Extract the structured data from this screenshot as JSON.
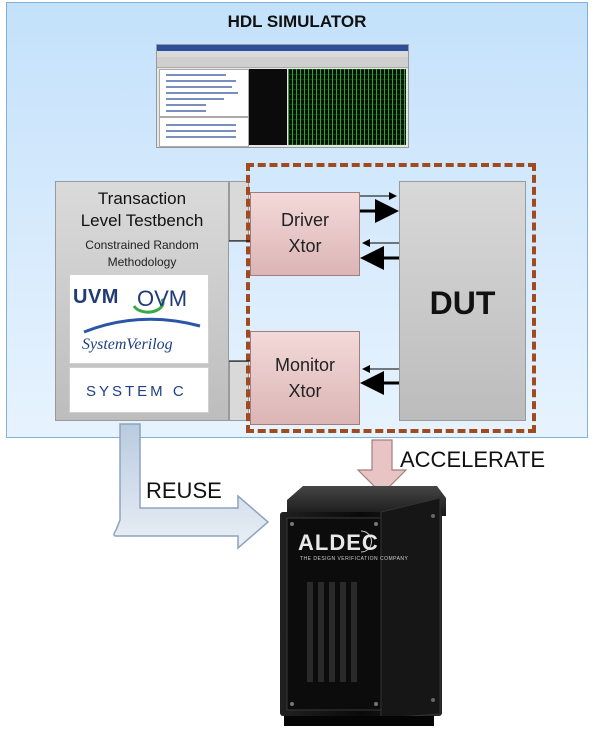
{
  "simulator": {
    "title": "HDL SIMULATOR"
  },
  "testbench": {
    "title_line1": "Transaction",
    "title_line2": "Level Testbench",
    "subtitle_line1": "Constrained Random",
    "subtitle_line2": "Methodology",
    "logos": {
      "uvm": "UVM",
      "ovm": "OVM",
      "systemverilog": "SystemVerilog",
      "systemc": "SYSTEM C"
    }
  },
  "driver": {
    "line1": "Driver",
    "line2": "Xtor"
  },
  "monitor": {
    "line1": "Monitor",
    "line2": "Xtor"
  },
  "dut": {
    "label": "DUT"
  },
  "arrows": {
    "reuse": "REUSE",
    "accelerate": "ACCELERATE"
  },
  "hardware": {
    "brand": "ALDEC",
    "tagline": "THE DESIGN VERIFICATION COMPANY"
  },
  "colors": {
    "panel_blue": "#c4e1fb",
    "xtor_pink": "#e8c8c8",
    "dashed_outline": "#a24a1f",
    "box_gray": "#cccccc",
    "cabinet_black": "#111111"
  }
}
